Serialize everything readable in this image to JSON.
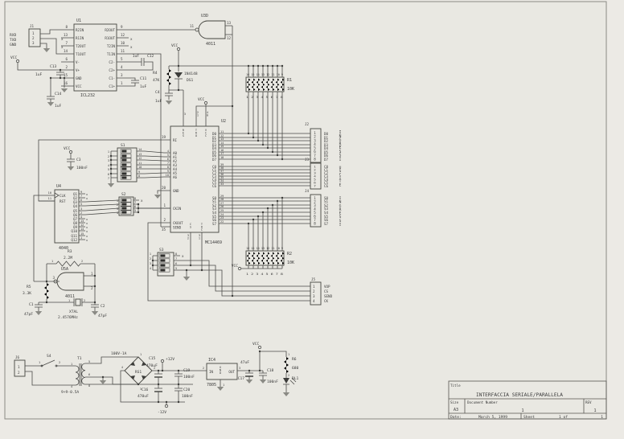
{
  "net": {
    "vcc": "VCC",
    "p12": "+12V",
    "m12": "-12V",
    "nc": "x"
  },
  "j1": {
    "ref": "J1",
    "pins": [
      "1",
      "2",
      "3"
    ],
    "sig": [
      "RXD",
      "TXD",
      "GND"
    ]
  },
  "u1": {
    "ref": "U1",
    "part": "ICL232",
    "ln": [
      "8",
      "13",
      "7",
      "14",
      "6",
      "2",
      "15",
      "16"
    ],
    "ll": [
      "R2IN",
      "R1IN",
      "T2OUT",
      "T1OUT",
      "V-",
      "V+",
      "GND",
      "VCC"
    ],
    "rn": [
      "9",
      "12",
      "10",
      "11",
      "5",
      "4",
      "3",
      "1"
    ],
    "rl": [
      "R2OUT",
      "R1OUT",
      "T2IN",
      "T1IN",
      "C2-",
      "C2+",
      "C1-",
      "C1+"
    ]
  },
  "c13": {
    "ref": "C13",
    "val": "1uF"
  },
  "c14": {
    "ref": "C14",
    "val": "1uF"
  },
  "c11": {
    "ref": "C11",
    "val": "1uF"
  },
  "c12": {
    "ref": "C12",
    "val": "1uF"
  },
  "r4": {
    "ref": "R4",
    "val": "47K"
  },
  "ds1": {
    "ref": "DS1",
    "part": "1N4148"
  },
  "c4": {
    "ref": "C4",
    "val": "1uF"
  },
  "u3d": {
    "ref": "U3D",
    "part": "4011",
    "o": "11",
    "a": "13",
    "b": "12"
  },
  "r1": {
    "ref": "R1",
    "val": "10K",
    "top": "16 15 14 13 12 11 10 9",
    "bot": "1 2 3 4 5 6 7 8"
  },
  "r2": {
    "ref": "R2",
    "val": "10K",
    "top": "16 15 14 13 12 11 10 9",
    "bot": "1 2 3 4 5 6 7 8"
  },
  "u2": {
    "ref": "U2",
    "part": "MC14469",
    "ri": "RI",
    "ri_n": "19",
    "gnd": "GND",
    "gnd_n": "20",
    "ckin": "CKIN",
    "ckin_n": "1",
    "ckout": "CKOUT",
    "ckout_n": "2",
    "send": "SEND",
    "send_n": "35",
    "an": [
      "4",
      "5",
      "6",
      "7",
      "8",
      "9",
      "10"
    ],
    "al": [
      "A0",
      "A1",
      "A2",
      "A3",
      "A4",
      "A5",
      "A6"
    ],
    "dn": [
      "11",
      "12",
      "13",
      "14",
      "15",
      "16",
      "17",
      "18"
    ],
    "dl": [
      "D0",
      "D1",
      "D2",
      "D3",
      "D4",
      "D5",
      "D6",
      "D7"
    ],
    "cn": [
      "39",
      "38",
      "37",
      "36",
      "35",
      "34",
      "33"
    ],
    "cl": [
      "C0",
      "C1",
      "C2",
      "C3",
      "C4",
      "C5",
      "C6"
    ],
    "sn": [
      "29",
      "28",
      "27",
      "26",
      "25",
      "24",
      "23",
      "22"
    ],
    "sl": [
      "S0",
      "S1",
      "S2",
      "S3",
      "S4",
      "S5",
      "S6",
      "S7"
    ],
    "top_n": [
      "3",
      "21",
      "40"
    ],
    "top_l": [
      "RES",
      "TRO",
      "VCC"
    ],
    "bot_n": [
      "32",
      "31"
    ],
    "bot_l": [
      "CS",
      "TDC"
    ]
  },
  "j2": {
    "ref": "J2",
    "pins": "12345678",
    "side": "INGRESSI"
  },
  "j3": {
    "ref": "J3",
    "pins": "1234567",
    "side": "USCITE"
  },
  "j4": {
    "ref": "J4",
    "pins": "12345678",
    "side": "INGRESSI"
  },
  "j5": {
    "ref": "J5",
    "pins": [
      "1",
      "2",
      "3",
      "4"
    ],
    "sig": [
      "VOP",
      "CS",
      "SEND",
      "CK"
    ]
  },
  "u4": {
    "ref": "U4",
    "part": "4040",
    "clk": "CLK",
    "clk_n": "10",
    "rst": "RST",
    "rst_n": "11",
    "ql": [
      "Q1",
      "Q2",
      "Q3",
      "Q4",
      "Q5",
      "Q6",
      "Q7",
      "Q8",
      "Q9",
      "Q10",
      "Q11",
      "Q12"
    ],
    "qn": [
      "9",
      "7",
      "6",
      "5",
      "3",
      "2",
      "4",
      "13",
      "12",
      "14",
      "15",
      "1"
    ]
  },
  "s1": {
    "ref": "S1",
    "l": [
      "1",
      "2",
      "3",
      "4",
      "5",
      "6",
      "7"
    ],
    "r": [
      "14",
      "13",
      "12",
      "11",
      "10",
      "9",
      "8"
    ]
  },
  "s2": {
    "ref": "S2",
    "l": [
      "1",
      "2",
      "3",
      "4"
    ],
    "r": [
      "8",
      "7",
      "6",
      "5"
    ]
  },
  "s3": {
    "ref": "S3",
    "l": [
      "1",
      "2",
      "3",
      "4"
    ],
    "r": [
      "8",
      "7",
      "6",
      "5"
    ]
  },
  "c3": {
    "ref": "C3",
    "val": "100nF"
  },
  "r3": {
    "ref": "R3",
    "val": "2.2M",
    "p": [
      "1",
      "2"
    ]
  },
  "u5a": {
    "ref": "U5A",
    "part": "4011",
    "o": "3",
    "a": "1",
    "b": "2"
  },
  "r5": {
    "ref": "R5",
    "val": "3.3K"
  },
  "xtal": {
    "ref": "XTAL",
    "val": "2.4576MHz",
    "p": [
      "1",
      "2"
    ]
  },
  "c1": {
    "ref": "C1",
    "val": "47pF"
  },
  "c2": {
    "ref": "C2",
    "val": "47pF"
  },
  "j6": {
    "ref": "J6",
    "pins": [
      "1",
      "2"
    ]
  },
  "s4": {
    "ref": "S4",
    "p": [
      "1",
      "2"
    ]
  },
  "t1": {
    "ref": "T1",
    "val": "9+9-0.5A",
    "p": [
      "1",
      "4",
      "5",
      "6",
      "8"
    ]
  },
  "rs1": {
    "ref": "RS1",
    "val": "100V-1A",
    "p": [
      "1",
      "2",
      "3",
      "4"
    ]
  },
  "c15": {
    "ref": "C15",
    "val": "470uF"
  },
  "c16": {
    "ref": "C16",
    "val": "470uF"
  },
  "c19": {
    "ref": "C19",
    "val": "100nF"
  },
  "c20": {
    "ref": "C20",
    "val": "100nF"
  },
  "ic4": {
    "ref": "IC4",
    "part": "7805",
    "in": "IN",
    "in_n": "2",
    "out": "OUT",
    "out_n": "3",
    "gnd": "GND",
    "gnd_n": "1"
  },
  "c17": {
    "ref": "C17",
    "val": "47uF"
  },
  "c18": {
    "ref": "C18",
    "val": "100nF"
  },
  "r6": {
    "ref": "R6",
    "val": "680",
    "p": [
      "1",
      "2"
    ]
  },
  "dl1": {
    "ref": "DL1"
  },
  "tb": {
    "title_label": "Title",
    "title": "INTERFACCIA SERIALE/PARALLELA",
    "size_label": "Size",
    "size": "A3",
    "doc_label": "Document Number",
    "doc": "1",
    "rev_label": "REV",
    "rev": "1",
    "date_label": "Date:",
    "date": "March 5, 1999",
    "sheet_label": "Sheet",
    "sheet_of": "1 of",
    "sheet_n": "1"
  }
}
